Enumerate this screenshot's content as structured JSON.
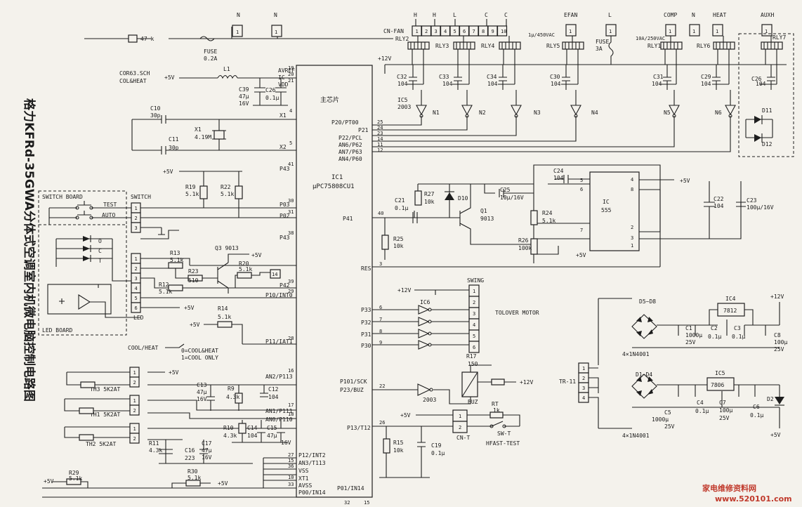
{
  "title": "格力KFRd-35GWA分体式空调室内机微电脑控制电路图",
  "watermark": {
    "line1": "家电维修资料网",
    "line2": "www.520101.com"
  },
  "main_chip": {
    "name_cn": "主芯片",
    "ref": "IC1",
    "part": "μPC75808CU1"
  },
  "top_labels": {
    "n1": "N",
    "n2": "N",
    "fuse1": "FUSE",
    "fuse1_val": "0.2A",
    "r_top": "47 k",
    "cn_fan": "CN-FAN",
    "h1": "H",
    "h2": "H",
    "l1": "L",
    "c1": "C",
    "c2": "C",
    "efan": "EFAN",
    "l2": "L",
    "comp": "COMP",
    "n3": "N",
    "heat": "HEAT",
    "auxh": "AUXH",
    "fuse2": "FUSE",
    "fuse2_val": "3A",
    "cap_rating": "1μ/450VAC",
    "relay_rating": "10A/250VAC",
    "rly2": "RLY2",
    "rly3": "RLY3",
    "rly4": "RLY4",
    "rly5": "RLY5",
    "rly1": "RLY1",
    "rly6": "RLY6",
    "rly7": "RLY7",
    "cn_pins": [
      "1",
      "2",
      "3",
      "4",
      "5",
      "6",
      "7",
      "8",
      "9",
      "10"
    ]
  },
  "power_in": {
    "cor": "COR63.SCH",
    "coolheat": "COL&HEAT",
    "v5": "+5V",
    "l1": "L1",
    "c39": "C39",
    "c39_val": "47μ",
    "c39_v": "16V",
    "c26": "C26",
    "c26_val": "0.1μ",
    "avref": "AVREF",
    "ic": "IC",
    "vdd": "VDD",
    "p19": "19",
    "p20": "20",
    "p21": "21",
    "c10": "C10",
    "c10_val": "30p",
    "c11": "C11",
    "c11_val": "30p",
    "x1": "X1",
    "x1_val": "4.19M",
    "pin_x1": "X1",
    "pin_x2": "X2",
    "p4": "4",
    "p5": "5"
  },
  "switch": {
    "board": "SWITCH BOARD",
    "sw_label": "SWITCH",
    "test": "TEST",
    "auto": "AUTO",
    "r19": "R19",
    "r19_val": "5.1k",
    "r22": "R22",
    "r22_val": "5.1k",
    "v5": "+5V",
    "p43a": "P43",
    "p03": "P03",
    "p02": "P02",
    "p43b": "P43",
    "n41": "41",
    "n30": "30",
    "n31": "31",
    "n38": "38",
    "pins": [
      "1",
      "2",
      "3"
    ]
  },
  "led": {
    "board": "LED BOARD",
    "label": "LED",
    "o": "O",
    "c": "C",
    "t": "T",
    "r13": "R13",
    "r13_val": "5.1k",
    "r23": "R23",
    "r23_val": "510",
    "r12": "R12",
    "r12_val": "5.1k",
    "q3": "Q3 9013",
    "r20": "R20",
    "r20_val": "5.1k",
    "v5": "+5V",
    "n14": "14",
    "p42": "P42",
    "p10": "P10/INT0",
    "n39": "39",
    "n29": "29",
    "v5b": "+5V",
    "pins": [
      "1",
      "2",
      "3",
      "4",
      "5",
      "6"
    ]
  },
  "mode": {
    "r14": "R14",
    "r14_val": "5.1k",
    "v5": "+5V",
    "coolheat": "COOL/HEAT",
    "opt0": "0=COOL&HEAT",
    "opt1": "1=COOL ONLY",
    "p11": "P11/IAT1",
    "n28": "28"
  },
  "sensors": {
    "th3": "TH3 5K2AT",
    "th1": "TH1 5K2AT",
    "th2": "TH2 5K2AT",
    "t": "t",
    "c13": "C13",
    "c13_val": "47μ",
    "c13_v": "16V",
    "r9": "R9",
    "r9_val": "4.3k",
    "c12": "C12",
    "c12_val": "104",
    "r10": "R10",
    "r10_val": "4.3k",
    "c14": "C14",
    "c14_val": "104",
    "c15": "C15",
    "c15_val": "47μ",
    "c15_v": "16V",
    "r11": "R11",
    "r11_val": "4.3k",
    "c16": "C16",
    "c16_val": "223",
    "c17": "C17",
    "c17_val": "47μ",
    "c17_v": "16V",
    "v5": "+5V",
    "an2": "AN2/P113",
    "an1": "AN1/P111",
    "an0": "AN0/P110",
    "n16": "16",
    "n17": "17",
    "n18": "18",
    "pins": [
      "1",
      "2"
    ]
  },
  "bottom_pins": {
    "p12": "P12/INT2",
    "an3": "AN3/T113",
    "vss": "VSS",
    "xt1": "XT1",
    "avss": "AVSS",
    "p00": "P00/IN14",
    "n27": "27",
    "n15": "15",
    "n36": "36",
    "n10": "10",
    "n33": "33",
    "n32": "32",
    "n15b": "15",
    "r29": "R29",
    "r29_val": "5.1k",
    "r30": "R30",
    "r30_val": "5.1k",
    "v5a": "+5V",
    "v5b": "+5V",
    "p01": "P01/IN14"
  },
  "drivers": {
    "v12": "+12V",
    "ic5": "IC5",
    "ic5_part": "2003",
    "c32": "C32",
    "c33": "C33",
    "c34": "C34",
    "c30": "C30",
    "c31": "C31",
    "c29": "C29",
    "c26": "C26",
    "cap_val": "104",
    "n1": "N1",
    "n2": "N2",
    "n3": "N3",
    "n4": "N4",
    "n5": "N5",
    "n6": "N6",
    "d11": "D11",
    "d12": "D12",
    "p20": "P20/PT00",
    "p21": "P21",
    "p22": "P22/PCL",
    "an6": "AN6/P62",
    "an7": "AN7/P63",
    "an4": "AN4/P60",
    "n25": "25",
    "n24": "24",
    "n23": "23",
    "n14": "14",
    "n11": "11",
    "n12": "12"
  },
  "reset": {
    "c24": "C24",
    "c24_val": "104",
    "c21": "C21",
    "c21_val": "0.1μ",
    "r27": "R27",
    "r27_val": "10k",
    "d10": "D10",
    "c25": "C25",
    "c25_val": "10μ/16V",
    "q1": "Q1",
    "q1_part": "9013",
    "r25": "R25",
    "r25_val": "10k",
    "r24": "R24",
    "r24_val": "5.1k",
    "r26": "R26",
    "r26_val": "100k",
    "ic": "IC",
    "ic_part": "555",
    "v5": "+5V",
    "v5b": "+5V",
    "c22": "C22",
    "c22_val": "104",
    "c23": "C23",
    "c23_val": "100μ/16V",
    "p41": "P41",
    "n40": "40",
    "res": "RES",
    "n3": "3",
    "pins555": [
      "4",
      "8",
      "3",
      "7",
      "2",
      "1",
      "5",
      "6"
    ]
  },
  "swing": {
    "v12": "+12V",
    "ic6": "IC6",
    "swing": "SWING",
    "motor": "TOLOVER MOTOR",
    "p33": "P33",
    "p32": "P32",
    "p31": "P31",
    "p30": "P30",
    "n6": "6",
    "n7": "7",
    "n8": "8",
    "n9": "9",
    "pins": [
      "1",
      "2",
      "3",
      "4",
      "5",
      "6"
    ]
  },
  "buzzer": {
    "p101": "P101/SCK",
    "p23": "P23/BUZ",
    "n22": "22",
    "ic_part": "2003",
    "r17": "R17",
    "r17_val": "150",
    "buz": "BUZ",
    "v12": "+12V"
  },
  "test": {
    "p13": "P13/T12",
    "n26": "26",
    "v5": "+5V",
    "rt": "RT",
    "rt_val": "1k",
    "cn_t": "CN-T",
    "sw_t": "SW-T",
    "hfast": "HFAST-TEST",
    "r15": "R15",
    "r15_val": "10k",
    "c19": "C19",
    "c19_val": "0.1μ",
    "pins": [
      "1",
      "2"
    ]
  },
  "power_supply": {
    "d5_8": "D5~D8",
    "ic4": "IC4",
    "ic4_part": "7812",
    "v12": "+12V",
    "c1": "C1",
    "c1_val": "1000μ",
    "c1_v": "25V",
    "c2": "C2",
    "c2_val": "0.1μ",
    "c3": "C3",
    "c3_val": "0.1μ",
    "c8": "C8",
    "c8_val": "100μ",
    "c8_v": "25V",
    "bridge1": "4×1N4001",
    "tr": "TR-11",
    "d1_4": "D1~D4",
    "ic5": "IC5",
    "ic5_part": "7806",
    "c5": "C5",
    "c5_val": "1000μ",
    "c5_v": "25V",
    "c4": "C4",
    "c4_val": "0.1μ",
    "c7": "C7",
    "c7_val": "100μ",
    "c7_v": "25V",
    "c6": "C6",
    "c6_val": "0.1μ",
    "d2": "D2",
    "v5": "+5V",
    "bridge2": "4×1N4001",
    "pins": [
      "1",
      "2",
      "3",
      "4"
    ]
  }
}
